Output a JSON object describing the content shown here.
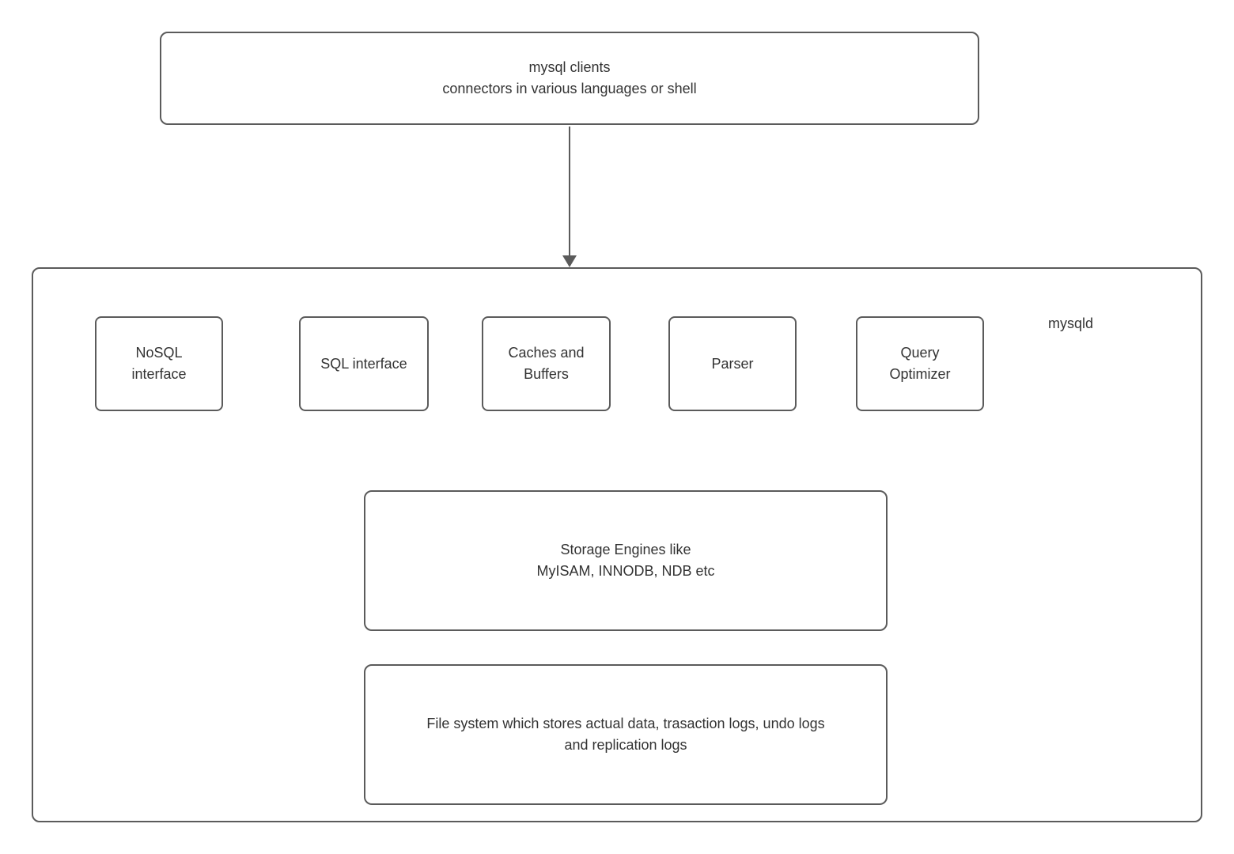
{
  "diagram": {
    "clients_box": {
      "line1": "mysql clients",
      "line2": "connectors in various languages or shell"
    },
    "mysqld_box": {
      "label": "mysqld",
      "components": [
        {
          "label": "NoSQL interface"
        },
        {
          "label": "SQL interface"
        },
        {
          "label": "Caches and Buffers"
        },
        {
          "label": "Parser"
        },
        {
          "label": "Query Optimizer"
        }
      ],
      "storage_box": {
        "line1": "Storage Engines like",
        "line2": "MyISAM, INNODB, NDB etc"
      },
      "filesystem_box": {
        "line1": "File system which stores actual data, trasaction logs, undo logs",
        "line2": "and replication logs"
      }
    },
    "colors": {
      "border": "#5b5b5b",
      "text": "#333333",
      "background": "#ffffff"
    }
  }
}
